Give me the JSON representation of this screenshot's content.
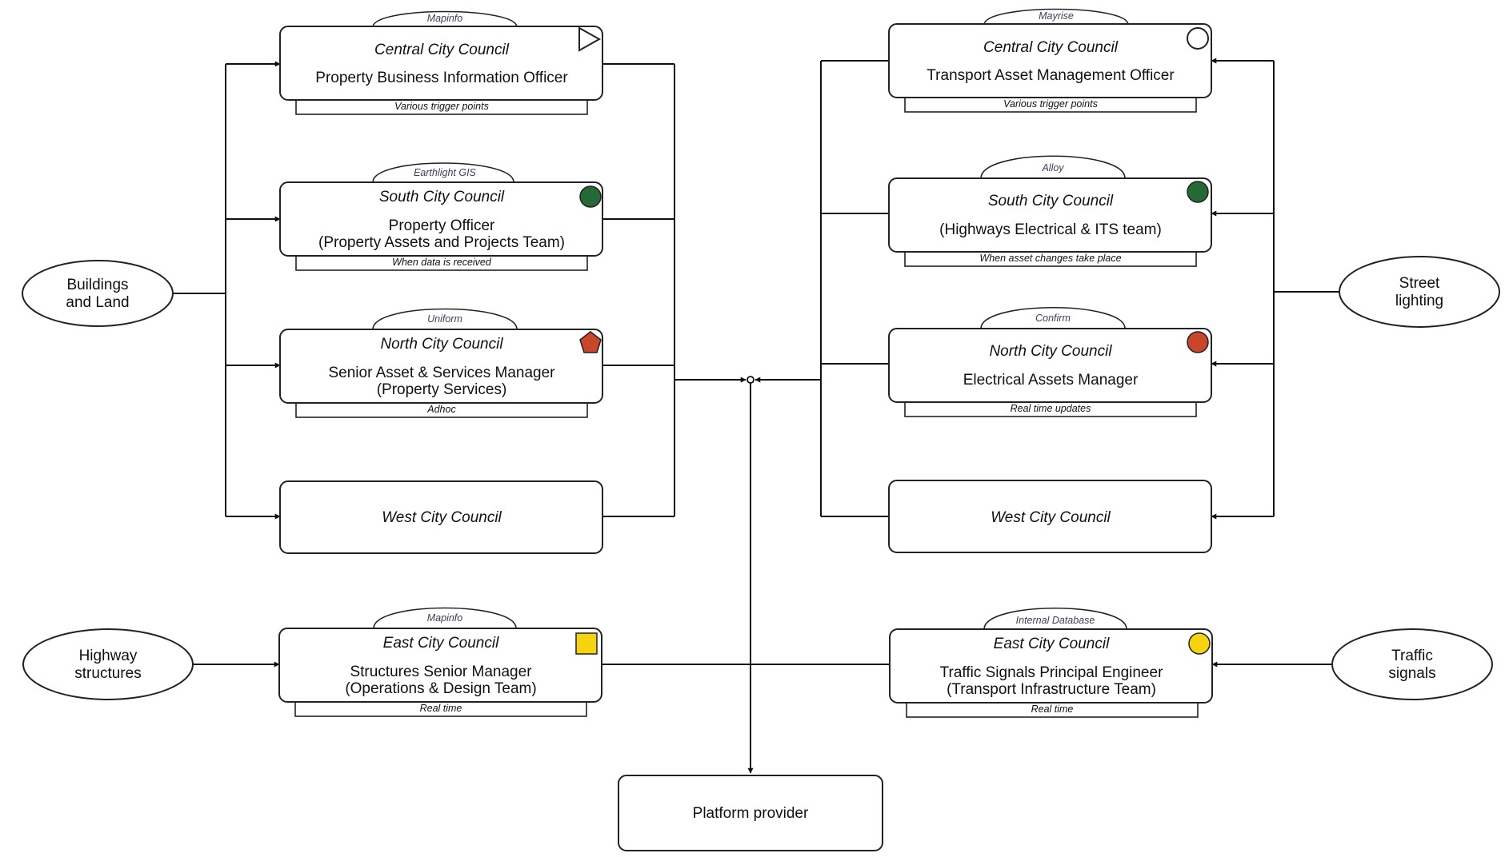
{
  "colors": {
    "green": "#256a36",
    "red": "#c8462a",
    "yellow": "#f5d30f",
    "stroke": "#222222",
    "tab_text": "#3a3f5c"
  },
  "sources": {
    "buildings": [
      "Buildings",
      "and Land"
    ],
    "highway": [
      "Highway",
      "structures"
    ],
    "street": [
      "Street",
      "lighting"
    ],
    "traffic": [
      "Traffic",
      "signals"
    ]
  },
  "left_boxes": [
    {
      "system": "Mapinfo",
      "council": "Central City Council",
      "role": [
        "Property Business Information Officer"
      ],
      "frequency": "Various trigger points",
      "icon": "triangle-outline-icon"
    },
    {
      "system": "Earthlight GIS",
      "council": "South City Council",
      "role": [
        "Property Officer",
        "(Property Assets and Projects Team)"
      ],
      "frequency": "When data is received",
      "icon": "green-circle-icon"
    },
    {
      "system": "Uniform",
      "council": "North City Council",
      "role": [
        "Senior Asset & Services Manager",
        "(Property Services)"
      ],
      "frequency": "Adhoc",
      "icon": "red-pentagon-icon"
    },
    {
      "system": "",
      "council": "West City Council",
      "role": [],
      "frequency": "",
      "icon": ""
    }
  ],
  "right_boxes": [
    {
      "system": "Mayrise",
      "council": "Central City Council",
      "role": [
        "Transport Asset Management Officer"
      ],
      "frequency": "Various trigger points",
      "icon": "circle-outline-icon"
    },
    {
      "system": "Alloy",
      "council": "South City Council",
      "role": [
        "(Highways Electrical & ITS team)"
      ],
      "frequency": "When asset changes take place",
      "icon": "green-circle-icon"
    },
    {
      "system": "Confirm",
      "council": "North City Council",
      "role": [
        "Electrical Assets Manager"
      ],
      "frequency": "Real time updates",
      "icon": "red-circle-icon"
    },
    {
      "system": "",
      "council": "West City Council",
      "role": [],
      "frequency": "",
      "icon": ""
    }
  ],
  "east_left": {
    "system": "Mapinfo",
    "council": "East City Council",
    "role": [
      "Structures Senior Manager",
      "(Operations & Design Team)"
    ],
    "frequency": "Real time",
    "icon": "yellow-square-icon"
  },
  "east_right": {
    "system": "Internal Database",
    "council": "East City Council",
    "role": [
      "Traffic Signals Principal Engineer",
      "(Transport Infrastructure Team)"
    ],
    "frequency": "Real time",
    "icon": "yellow-circle-icon"
  },
  "platform": {
    "label": "Platform provider"
  }
}
